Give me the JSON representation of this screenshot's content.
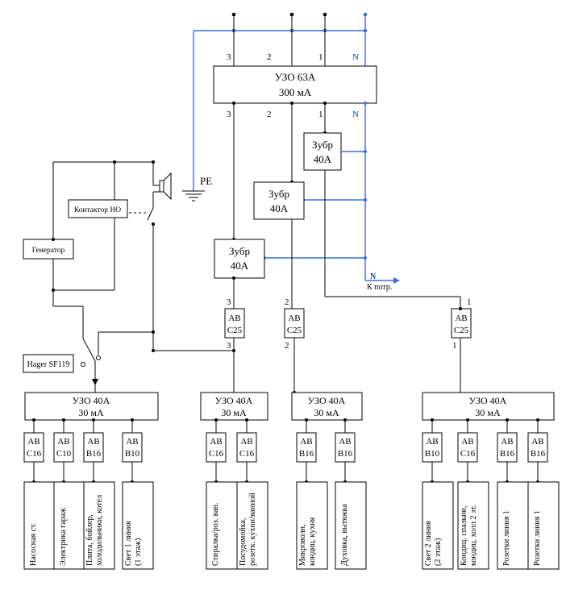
{
  "main_rcd": {
    "title": "УЗО 63А",
    "rating": "300 мА"
  },
  "phase_labels": [
    "3",
    "2",
    "1"
  ],
  "neutral_label": "N",
  "pe_label": "PE",
  "voltage_relays": [
    {
      "line1": "Зубр",
      "line2": "40А"
    },
    {
      "line1": "Зубр",
      "line2": "40А"
    },
    {
      "line1": "Зубр",
      "line2": "40А"
    }
  ],
  "contactor": {
    "label": "Контактор НО"
  },
  "generator": {
    "label": "Генератор"
  },
  "changeover_switch": {
    "label": "Hager SF119"
  },
  "load_output": {
    "n_label": "N",
    "label": "К потр."
  },
  "group_breakers": [
    {
      "line1": "АВ",
      "line2": "С25",
      "phase_top": "3",
      "phase_bottom": "3"
    },
    {
      "line1": "АВ",
      "line2": "С25",
      "phase_top": "2",
      "phase_bottom": "2"
    },
    {
      "line1": "АВ",
      "line2": "С25",
      "phase_top": "1",
      "phase_bottom": "1"
    }
  ],
  "group_rcds": [
    {
      "title": "УЗО 40А",
      "rating": "30 мА"
    },
    {
      "title": "УЗО 40А",
      "rating": "30 мА"
    },
    {
      "title": "УЗО 40А",
      "rating": "30 мА"
    },
    {
      "title": "УЗО 40А",
      "rating": "30 мА"
    }
  ],
  "branch_breakers": [
    {
      "line1": "АВ",
      "line2": "С16"
    },
    {
      "line1": "АВ",
      "line2": "С10"
    },
    {
      "line1": "АВ",
      "line2": "В16"
    },
    {
      "line1": "АВ",
      "line2": "В10"
    },
    {
      "line1": "АВ",
      "line2": "С16"
    },
    {
      "line1": "АВ",
      "line2": "С16"
    },
    {
      "line1": "АВ",
      "line2": "В16"
    },
    {
      "line1": "АВ",
      "line2": "В16"
    },
    {
      "line1": "АВ",
      "line2": "В10"
    },
    {
      "line1": "АВ",
      "line2": "С16"
    },
    {
      "line1": "АВ",
      "line2": "В16"
    },
    {
      "line1": "АВ",
      "line2": "В16"
    }
  ],
  "consumers": [
    {
      "lines": [
        "Насосная ст."
      ]
    },
    {
      "lines": [
        "Электрика гараж"
      ]
    },
    {
      "lines": [
        "Плита, бойлер,",
        "холодильники, котел"
      ]
    },
    {
      "lines": [
        "Свет 1 линия",
        "(1 этаж)"
      ]
    },
    {
      "lines": [
        "Стиралка/роз. ван."
      ]
    },
    {
      "lines": [
        "Посудомойка,",
        "розетк. кухни/ванной"
      ]
    },
    {
      "lines": [
        "Микроволн,",
        "кондиц. кухня"
      ]
    },
    {
      "lines": [
        "Духовка, вытяжка"
      ]
    },
    {
      "lines": [
        "Свет 2 линия",
        "(2 этаж)"
      ]
    },
    {
      "lines": [
        "Кондиц. спальни,",
        "кондиц. холл 2 эт."
      ]
    },
    {
      "lines": [
        "Розетки линия 1"
      ]
    },
    {
      "lines": [
        "Розетки линия 1"
      ]
    }
  ]
}
